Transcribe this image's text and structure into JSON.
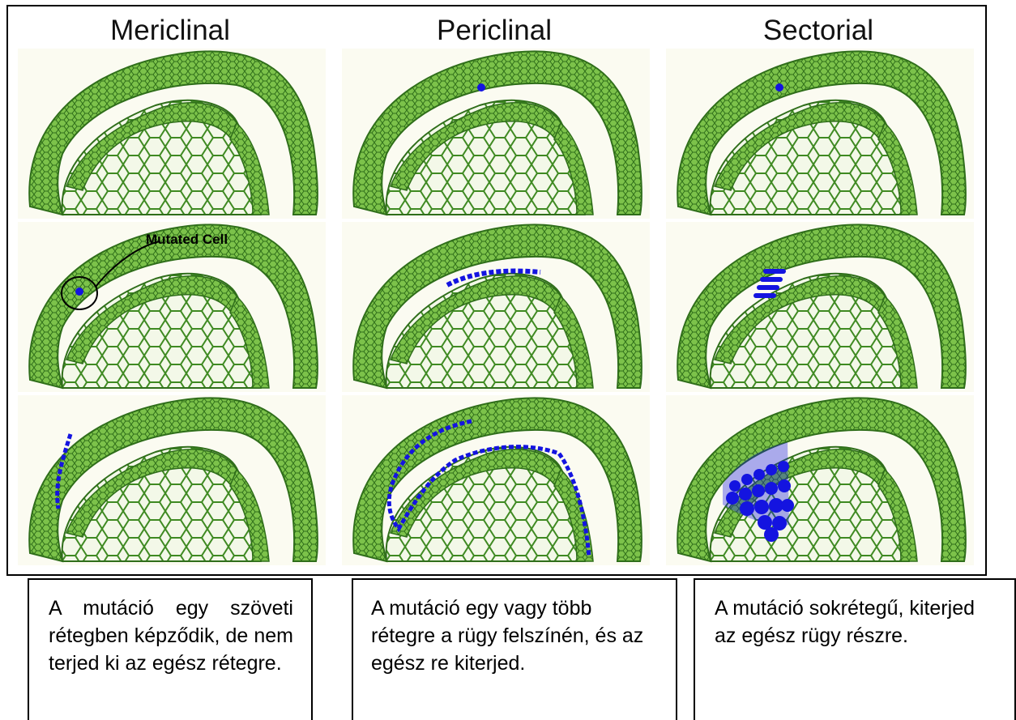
{
  "columns": [
    {
      "title": "Mericlinal"
    },
    {
      "title": "Periclinal"
    },
    {
      "title": "Sectorial"
    }
  ],
  "annotation": {
    "mutated_cell_label": "Mutated Cell"
  },
  "captions": [
    "A mutáció egy szöveti rétegben képződik, de nem terjed ki az egész rétegre.",
    "A mutáció egy vagy több rétegre a rügy felszínén, és az egész re kiterjed.",
    "A mutáció sokrétegű, kiterjed az egész rügy részre."
  ],
  "colors": {
    "tissue": "#5aa832",
    "tissue_dark": "#2f6e1a",
    "background": "#fbfbf1",
    "mutation": "#1414e0"
  }
}
